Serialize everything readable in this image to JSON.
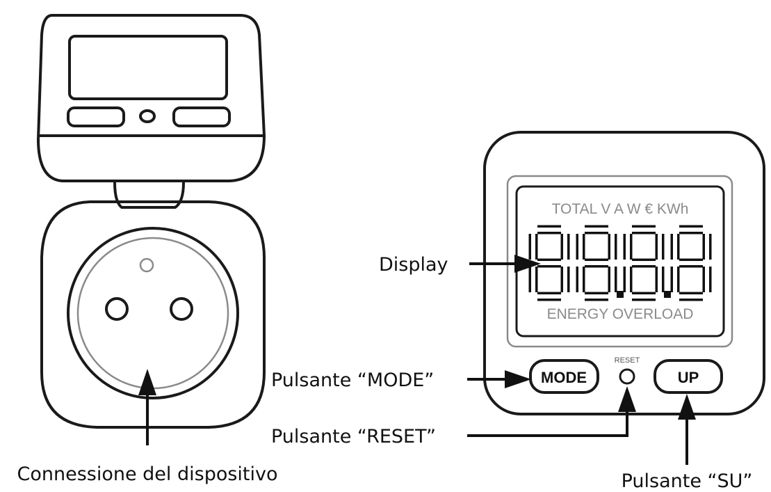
{
  "device": {
    "display": {
      "top_label": "TOTAL V A W € KWh",
      "digits": [
        "8",
        "8",
        "8",
        "8"
      ],
      "bottom_label": "ENERGY OVERLOAD"
    },
    "buttons": {
      "mode": "MODE",
      "reset": "RESET",
      "up": "UP"
    }
  },
  "callouts": {
    "display": "Display",
    "mode": "Pulsante “MODE”",
    "reset": "Pulsante “RESET”",
    "up": "Pulsante “SU”",
    "socket": "Connessione del dispositivo"
  }
}
